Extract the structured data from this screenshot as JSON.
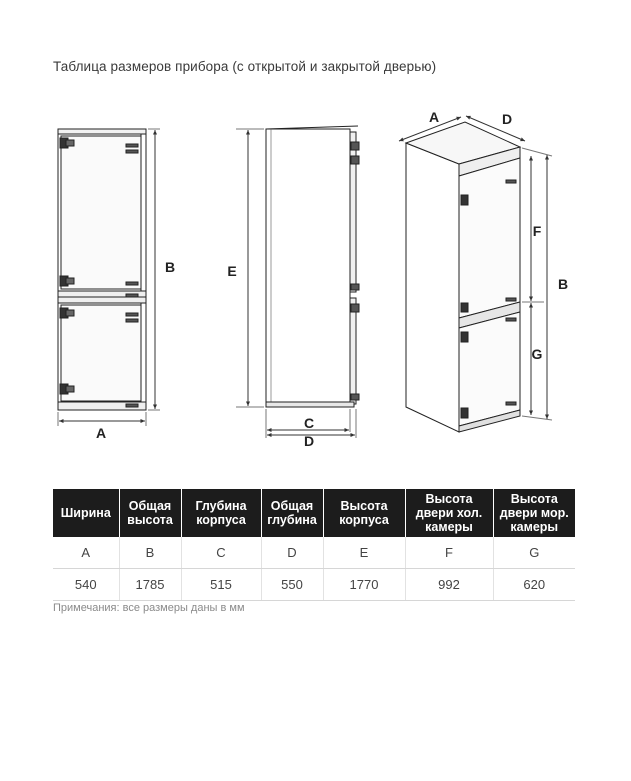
{
  "title": "Таблица размеров прибора (с открытой и закрытой дверью)",
  "diagram": {
    "labels": {
      "A_front": "A",
      "B_front": "B",
      "E_side": "E",
      "C_side": "C",
      "D_side": "D",
      "A_iso": "A",
      "D_iso": "D",
      "F_iso": "F",
      "B_iso": "B",
      "G_iso": "G"
    }
  },
  "table": {
    "headers": [
      "Ширина",
      "Общая высота",
      "Глубина корпуса",
      "Общая глубина",
      "Высота корпуса",
      "Высота двери хол. камеры",
      "Высота двери мор. камеры"
    ],
    "letters": [
      "A",
      "B",
      "C",
      "D",
      "E",
      "F",
      "G"
    ],
    "values": [
      "540",
      "1785",
      "515",
      "550",
      "1770",
      "992",
      "620"
    ]
  },
  "note": "Примечания: все размеры даны в мм"
}
